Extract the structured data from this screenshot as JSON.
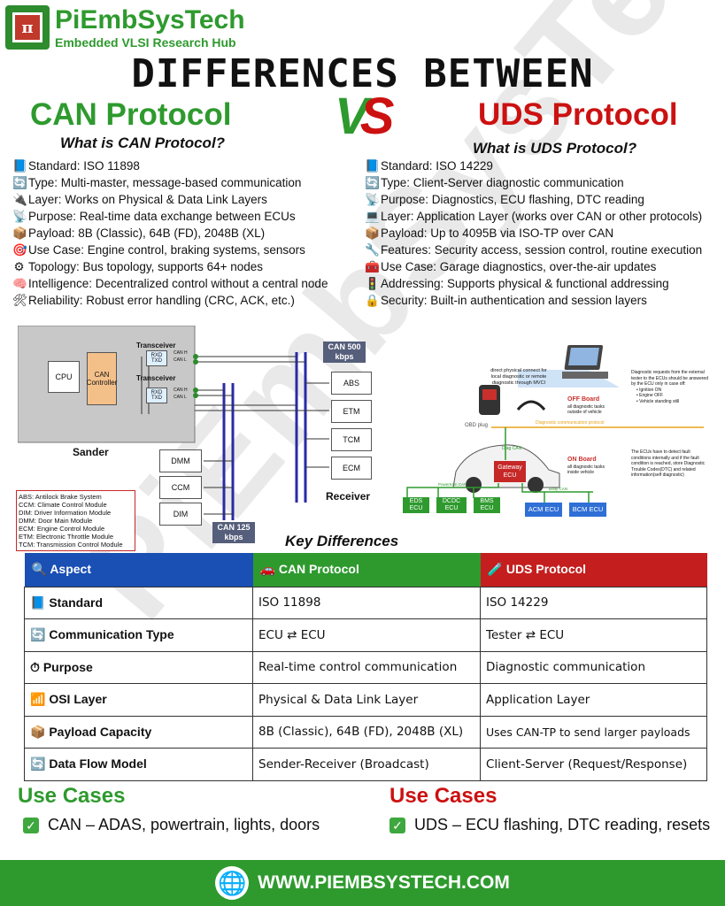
{
  "brand": {
    "name": "PiEmbSysTech",
    "tagline": "Embedded VLSI Research Hub",
    "logo_glyph": "π",
    "watermark": "PiEmbSysTech"
  },
  "title": "DIFFERENCES BETWEEN",
  "can": {
    "heading": "CAN Protocol",
    "question": "What is CAN Protocol?",
    "items": [
      {
        "icon": "book-icon",
        "glyph": "📘",
        "text": "Standard: ISO 11898"
      },
      {
        "icon": "refresh-icon",
        "glyph": "🔄",
        "text": "Type: Multi-master, message-based communication"
      },
      {
        "icon": "plug-icon",
        "glyph": "🔌",
        "text": "Layer: Works on Physical & Data Link Layers"
      },
      {
        "icon": "satellite-icon",
        "glyph": "📡",
        "text": "Purpose: Real-time data exchange between ECUs"
      },
      {
        "icon": "package-icon",
        "glyph": "📦",
        "text": "Payload: 8B (Classic), 64B (FD), 2048B (XL)"
      },
      {
        "icon": "target-icon",
        "glyph": "🎯",
        "text": "Use Case: Engine control, braking systems, sensors"
      },
      {
        "icon": "gear-icon",
        "glyph": "⚙",
        "text": "Topology: Bus topology, supports 64+ nodes"
      },
      {
        "icon": "brain-icon",
        "glyph": "🧠",
        "text": "Intelligence: Decentralized control without a central node"
      },
      {
        "icon": "tools-icon",
        "glyph": "🛠",
        "text": "Reliability: Robust error handling (CRC, ACK, etc.)"
      }
    ]
  },
  "vs": {
    "left": "V",
    "right": "S"
  },
  "uds": {
    "heading": "UDS Protocol",
    "question": "What is UDS Protocol?",
    "items": [
      {
        "icon": "book-icon",
        "glyph": "📘",
        "text": "Standard: ISO 14229"
      },
      {
        "icon": "refresh-icon",
        "glyph": "🔄",
        "text": "Type: Client-Server diagnostic communication"
      },
      {
        "icon": "satellite-icon",
        "glyph": "📡",
        "text": "Purpose: Diagnostics, ECU flashing, DTC reading"
      },
      {
        "icon": "laptop-icon",
        "glyph": "💻",
        "text": "Layer: Application Layer (works over CAN or other protocols)"
      },
      {
        "icon": "package-icon",
        "glyph": "📦",
        "text": "Payload: Up to 4095B via ISO-TP over CAN"
      },
      {
        "icon": "wrench-icon",
        "glyph": "🔧",
        "text": "Features: Security access, session control, routine execution"
      },
      {
        "icon": "toolbox-icon",
        "glyph": "🧰",
        "text": "Use Case: Garage diagnostics, over-the-air updates"
      },
      {
        "icon": "traffic-light-icon",
        "glyph": "🚦",
        "text": "Addressing: Supports physical & functional addressing"
      },
      {
        "icon": "lock-icon",
        "glyph": "🔒",
        "text": "Security: Built-in authentication and session layers"
      }
    ]
  },
  "can_diagram": {
    "cpu": "CPU",
    "controller": "CAN Controller",
    "transceiver": "Transceiver",
    "rxd": "RXD",
    "txd": "TXD",
    "canh": "CAN H",
    "canl": "CAN L",
    "sander": "Sander",
    "receiver": "Receiver",
    "bus_high": "CAN 500 kbps",
    "bus_low": "CAN 125 kbps",
    "right_nodes": [
      "ABS",
      "ETM",
      "TCM",
      "ECM"
    ],
    "left_nodes": [
      "DMM",
      "CCM",
      "DIM"
    ],
    "legend": [
      "ABS: Antilock Brake System",
      "CCM: Climate Control Module",
      "DIM: Driver Information Module",
      "DMM: Door Main Module",
      "ECM: Engine Control Module",
      "ETM: Electronic Throttle Module",
      "TCM: Transmission Control Module"
    ]
  },
  "uds_diagram": {
    "note_connect": "direct physical connect for local diagnostic or remote diagnostic through MVCI",
    "off_board": "OFF Board",
    "off_board_desc": "all diagnostic tasks outside of vehicle",
    "obd_plug": "OBD plug",
    "diag_protocol": "Diagnostic communication protocol",
    "diag_can": "Diag CAN",
    "on_board": "ON Board",
    "on_board_desc": "all diagnostic tasks inside vehicle",
    "gateway": "Gateway ECU",
    "powertrain_can": "Powertrain CAN",
    "body_can": "Body CAN",
    "ecus": [
      "EDS ECU",
      "DCDC ECU",
      "BMS ECU",
      "ACM ECU",
      "BCM ECU"
    ],
    "req_note": "Diagnostic requests from the external tester to the ECUs should be answered by the ECU only in case off:",
    "req_conditions": [
      "Ignition ON",
      "Engine OFF",
      "Vehicle standing still"
    ],
    "fault_note": "The ECUs have to detect fault conditions internally and if the fault condition is reached, store Diagnostic Trouble Codes(DTC) and related information(self diagnostic)"
  },
  "key_differences": {
    "title": "Key Differences",
    "headers": [
      {
        "glyph": "🔍",
        "label": "Aspect",
        "color": "#1a4fb3"
      },
      {
        "glyph": "🚗",
        "label": "CAN Protocol",
        "color": "#2e9a2e"
      },
      {
        "glyph": "🧪",
        "label": "UDS Protocol",
        "color": "#c41e1e"
      }
    ],
    "rows": [
      {
        "glyph": "📘",
        "aspect": "Standard",
        "can": "ISO 11898",
        "uds": "ISO 14229"
      },
      {
        "glyph": "🔄",
        "aspect": "Communication Type",
        "can": "ECU ⇄ ECU",
        "uds": "Tester ⇄ ECU"
      },
      {
        "glyph": "⏱",
        "aspect": "Purpose",
        "can": "Real-time control communication",
        "uds": "Diagnostic communication"
      },
      {
        "glyph": "📶",
        "aspect": "OSI Layer",
        "can": "Physical & Data Link Layer",
        "uds": "Application Layer"
      },
      {
        "glyph": "📦",
        "aspect": "Payload Capacity",
        "can": "8B (Classic), 64B (FD), 2048B (XL)",
        "uds": "Uses CAN-TP to send larger payloads"
      },
      {
        "glyph": "🔄",
        "aspect": "Data Flow Model",
        "can": "Sender-Receiver (Broadcast)",
        "uds": "Client-Server (Request/Response)"
      }
    ]
  },
  "use_cases": {
    "can_title": "Use Cases",
    "can_text": "CAN – ADAS, powertrain, lights, doors",
    "uds_title": "Use Cases",
    "uds_text": "UDS – ECU flashing, DTC reading, resets",
    "check": "✓"
  },
  "footer": {
    "url": "WWW.PIEMBSYSTECH.COM",
    "icon": "globe-icon",
    "glyph": "🌐"
  }
}
